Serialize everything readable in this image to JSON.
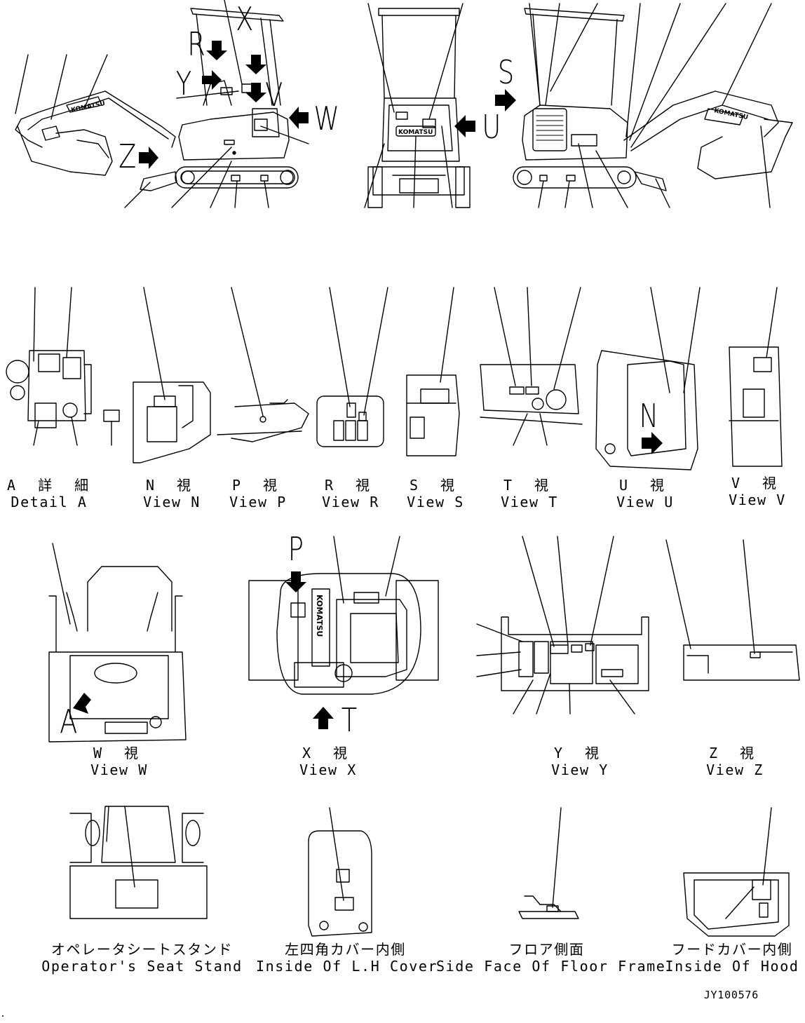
{
  "drawing_number": "JY100576",
  "pointer_letters": {
    "R": "R",
    "X": "X",
    "Y": "Y",
    "V": "V",
    "W": "W",
    "Z": "Z",
    "U": "U",
    "S": "S",
    "N": "N",
    "P": "P",
    "T": "T",
    "A": "A"
  },
  "views": [
    {
      "jp": "A 詳 細",
      "en": "Detail A"
    },
    {
      "jp": "N  視",
      "en": "View N"
    },
    {
      "jp": "P  視",
      "en": "View P"
    },
    {
      "jp": "R  視",
      "en": "View R"
    },
    {
      "jp": "S  視",
      "en": "View S"
    },
    {
      "jp": "T  視",
      "en": "View T"
    },
    {
      "jp": "U  視",
      "en": "View U"
    },
    {
      "jp": "V  視",
      "en": "View V"
    },
    {
      "jp": "W  視",
      "en": "View W"
    },
    {
      "jp": "X  視",
      "en": "View X"
    },
    {
      "jp": "Y  視",
      "en": "View Y"
    },
    {
      "jp": "Z  視",
      "en": "View Z"
    },
    {
      "jp": "オペレータシートスタンド",
      "en": "Operator's Seat Stand"
    },
    {
      "jp": "左四角カバー内側",
      "en": "Inside Of L.H Cover"
    },
    {
      "jp": "フロア側面",
      "en": "Side Face Of Floor Frame"
    },
    {
      "jp": "フードカバー内側",
      "en": "Inside Of Hood"
    }
  ],
  "brand_text": "KOMATSU"
}
